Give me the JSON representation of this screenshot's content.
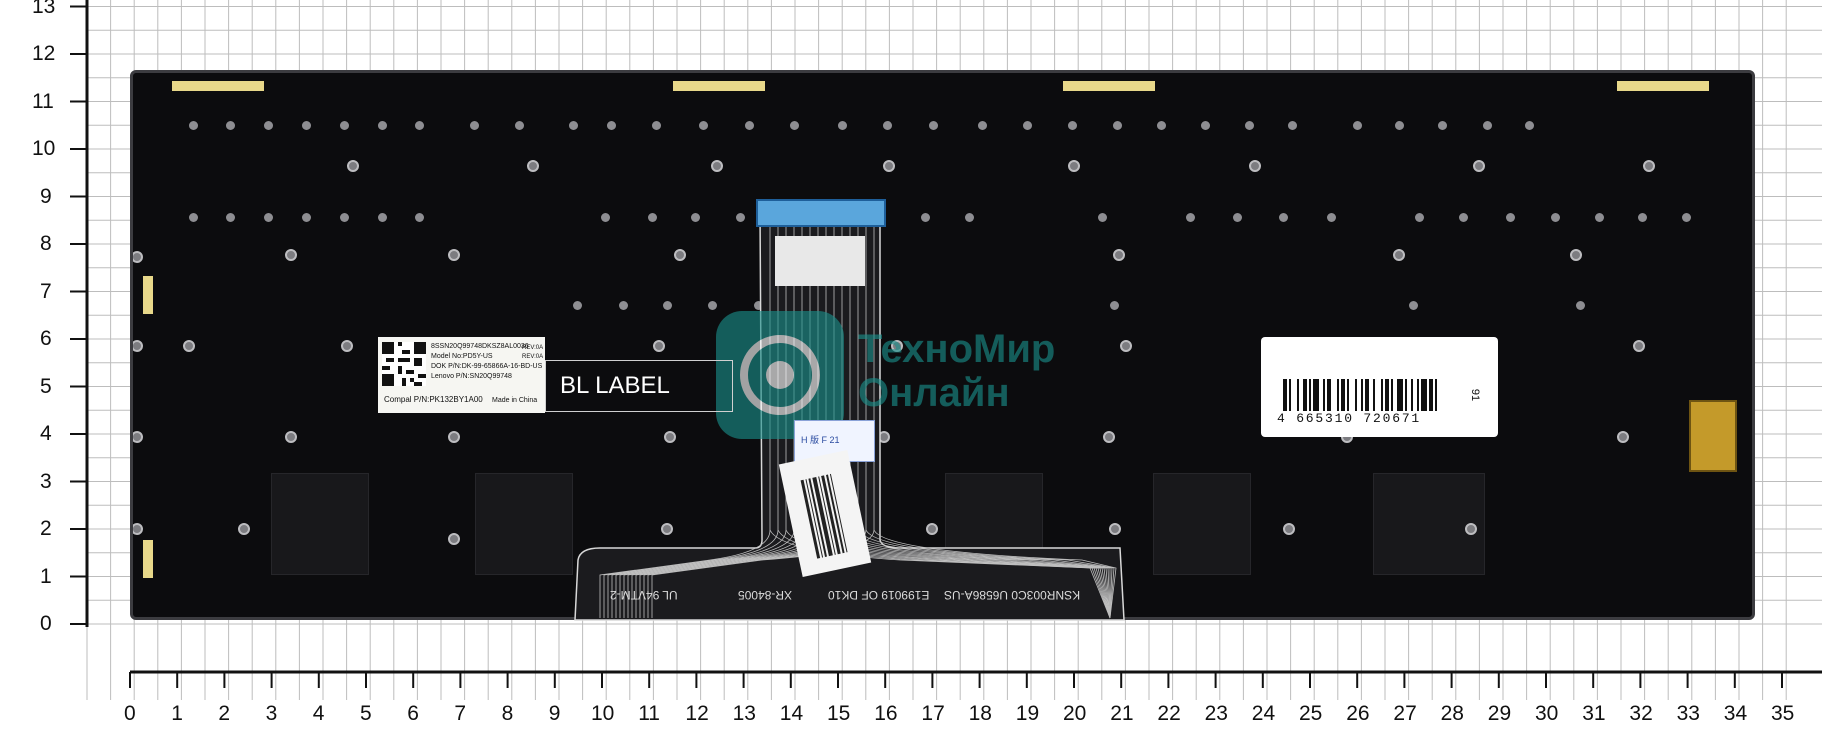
{
  "image": {
    "subject": "laptop-keyboard-back-side-on-measurement-grid"
  },
  "ruler": {
    "unit_label": "",
    "x_ticks": [
      "0",
      "1",
      "2",
      "3",
      "4",
      "5",
      "6",
      "7",
      "8",
      "9",
      "10",
      "11",
      "12",
      "13",
      "14",
      "15",
      "16",
      "17",
      "18",
      "19",
      "20",
      "21",
      "22",
      "23",
      "24",
      "25",
      "26",
      "27",
      "28",
      "29",
      "30",
      "31",
      "32",
      "33",
      "34",
      "35"
    ],
    "y_ticks": [
      "0",
      "1",
      "2",
      "3",
      "4",
      "5",
      "6",
      "7",
      "8",
      "9",
      "10",
      "11",
      "12",
      "13"
    ]
  },
  "model_label": {
    "serial": "8SSN20Q99748DKSZ8AL0036",
    "model": "Model No:PD5Y-US",
    "dok": "DOK P/N:DK-99-65866A-16-BD-US",
    "lenovo": "Lenovo P/N:SN20Q99748",
    "compal": "Compal P/N:PK132BY1A00",
    "made_in": "Made in China",
    "rev1": "REV:0A",
    "rev2": "REV:0A"
  },
  "bl_label": {
    "text": "BL LABEL"
  },
  "barcode_label": {
    "digits": "4 665310 720671",
    "side": "91"
  },
  "flex_cable": {
    "lines": [
      "UL 94VTM-2",
      "XR-84005",
      "E199019 OF DK10",
      "KSNR003C0 U6586A-US"
    ]
  },
  "sticker": {
    "text": "H 版 F 21"
  },
  "watermark": {
    "line1": "ТехноМир",
    "line2": "Онлайн"
  },
  "colors": {
    "keyboard": "#0c0c0e",
    "grid": "#bdbdbd",
    "tab": "#e8d88a",
    "watermark": "#1a8f8a",
    "connector": "#c49a2a"
  }
}
